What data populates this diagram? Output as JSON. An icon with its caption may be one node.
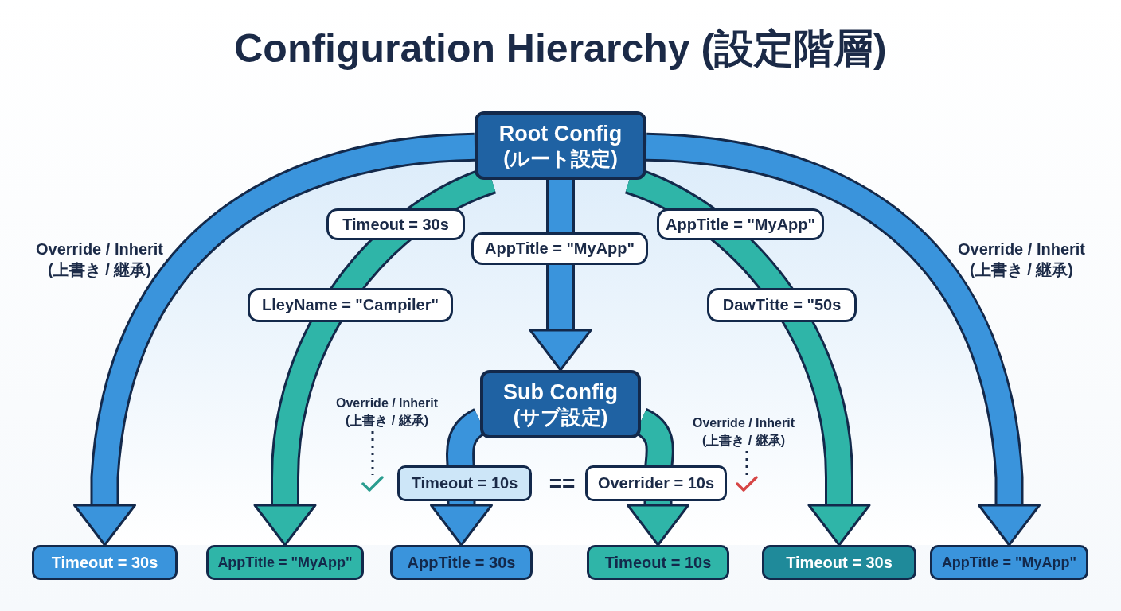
{
  "diagram": {
    "title": "Configuration Hierarchy (設定階層)",
    "nodes": [
      {
        "text": [
          "Root Config",
          "(ルート設定)"
        ]
      },
      {
        "text": [
          "Sub Config",
          "(サブ設定)"
        ]
      },
      {
        "text": [
          "Override / Inherit (上書き / 継承)"
        ]
      },
      {
        "text": [
          "Override / Inherit (上書き / 継承)"
        ]
      },
      {
        "text": [],
        "shape": "check"
      },
      {
        "text": [],
        "shape": "check"
      },
      {
        "text": [
          "Timeout = 30s"
        ]
      },
      {
        "text": [
          "AppTitle = \"MyApp\""
        ]
      },
      {
        "text": [
          "AppTitle = 30s"
        ]
      },
      {
        "text": [
          "Timeout = 10s"
        ]
      },
      {
        "text": [
          "Timeout = 30s"
        ]
      },
      {
        "text": [
          "AppTitle = \"MyApp\""
        ]
      }
    ],
    "edges": [
      {
        "from": 0,
        "to": 6,
        "arrow": "to"
      },
      {
        "from": 0,
        "to": 7,
        "arrow": "to",
        "color": "#2fb5a8",
        "label": "Timeout = 30s"
      },
      {
        "from": 0,
        "to": 1,
        "arrow": "to",
        "label": "AppTitle = \"MyApp\""
      },
      {
        "from": 0,
        "to": 10,
        "arrow": "to",
        "color": "#2fb5a8",
        "label": "AppTitle = \"MyApp\""
      },
      {
        "from": 0,
        "to": 11,
        "arrow": "to"
      },
      {
        "from": 1,
        "to": 8,
        "arrow": "to",
        "label": "Timeout = 10s"
      },
      {
        "from": 1,
        "to": 9,
        "arrow": "to",
        "color": "#2fb5a8",
        "label": "Overrider = 10s"
      },
      {
        "from": 2,
        "to": 4,
        "arrow": "none",
        "style": "dashed",
        "color": "#1b2a47"
      },
      {
        "from": 3,
        "to": 5,
        "arrow": "none",
        "style": "dashed",
        "color": "#1b2a47"
      }
    ],
    "labels": [
      "Override / Inherit (上書き / 継承)",
      "LleyName = \"Campiler\"",
      "Override / Inherit (上書き / 継承)",
      "DawTitte = \"50s",
      "=="
    ]
  }
}
